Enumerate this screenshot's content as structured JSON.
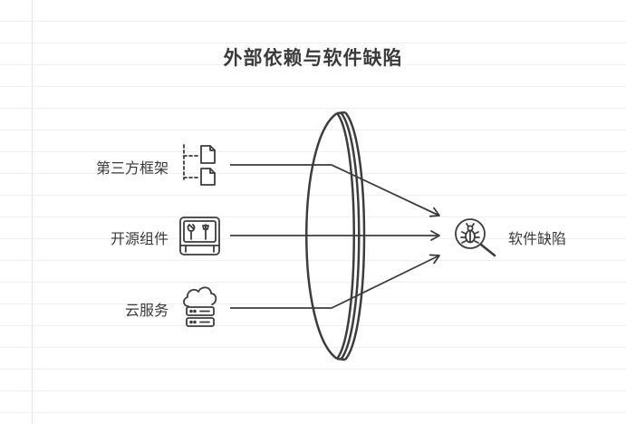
{
  "title": "外部依赖与软件缺陷",
  "inputs": [
    {
      "label": "第三方框架",
      "icon": "files-tree-icon"
    },
    {
      "label": "开源组件",
      "icon": "toolbox-icon"
    },
    {
      "label": "云服务",
      "icon": "cloud-server-icon"
    }
  ],
  "output": {
    "label": "软件缺陷",
    "icon": "bug-search-icon"
  },
  "lens": {
    "icon": "lens-shape"
  },
  "colors": {
    "stroke": "#3d3d3d",
    "text": "#3a3a3a",
    "grid": "#f1f1f4"
  }
}
